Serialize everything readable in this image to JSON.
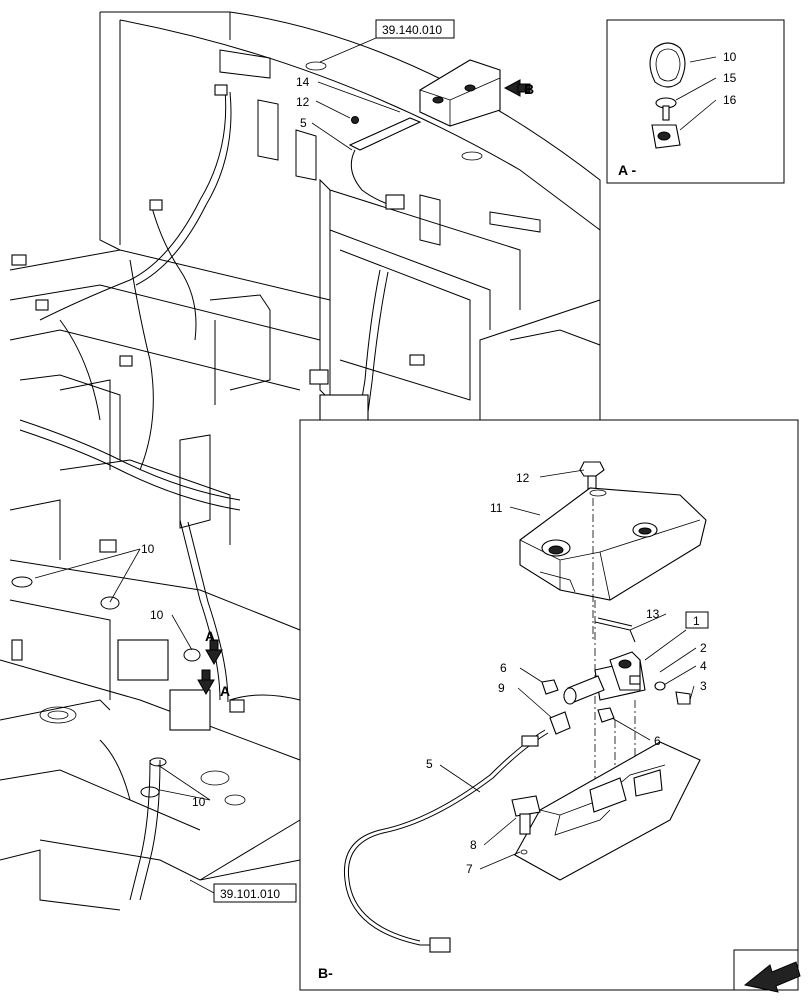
{
  "references": {
    "top": "39.140.010",
    "bottom": "39.101.010"
  },
  "views": {
    "a_label": "A -",
    "b_label": "B-",
    "arrow_a": "A",
    "arrow_b": "B"
  },
  "callouts": {
    "c2": "2",
    "c3": "3",
    "c4": "4",
    "c5": "5",
    "c6": "6",
    "c7": "7",
    "c8": "8",
    "c9": "9",
    "c10": "10",
    "c11": "11",
    "c12": "12",
    "c13": "13",
    "c14": "14",
    "c15": "15",
    "c16": "16",
    "c1_box": "1"
  }
}
